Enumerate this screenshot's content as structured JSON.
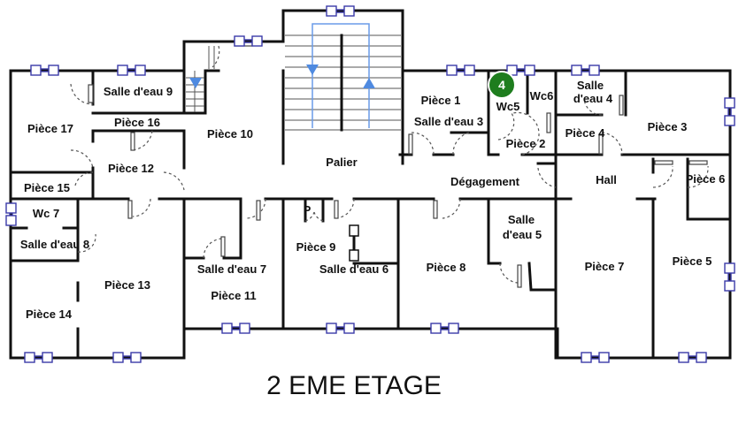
{
  "plan": {
    "title": "2 EME ETAGE",
    "badge": "4",
    "rooms": {
      "salle_eau_9": "Salle d'eau 9",
      "piece_17": "Pièce 17",
      "piece_16": "Pièce 16",
      "piece_12": "Pièce 12",
      "piece_15": "Pièce 15",
      "wc_7": "Wc 7",
      "salle_eau_8": "Salle d'eau 8",
      "piece_14": "Pièce 14",
      "piece_13": "Pièce 13",
      "piece_10": "Pièce 10",
      "palier": "Palier",
      "salle_eau_7": "Salle d'eau 7",
      "piece_11": "Pièce 11",
      "p": "P",
      "piece_9": "Pièce 9",
      "salle_eau_6": "Salle d'eau 6",
      "piece_1": "Pièce 1",
      "salle_eau_3": "Salle d'eau 3",
      "wc_5": "Wc5",
      "wc_6": "Wc6",
      "piece_2": "Pièce 2",
      "degagement": "Dégagement",
      "salle_eau_5_line1": "Salle",
      "salle_eau_5_line2": "d'eau 5",
      "piece_8": "Pièce 8",
      "salle_eau_4_line1": "Salle",
      "salle_eau_4_line2": "d'eau 4",
      "piece_4": "Pièce 4",
      "piece_3": "Pièce 3",
      "hall": "Hall",
      "piece_6": "Pièce 6",
      "piece_7": "Pièce 7",
      "piece_5": "Pièce 5"
    },
    "colors": {
      "wall": "#111111",
      "window": "#3a3aa8",
      "stair_arrow": "#4f8ae0",
      "badge": "#1e7d1e"
    }
  }
}
